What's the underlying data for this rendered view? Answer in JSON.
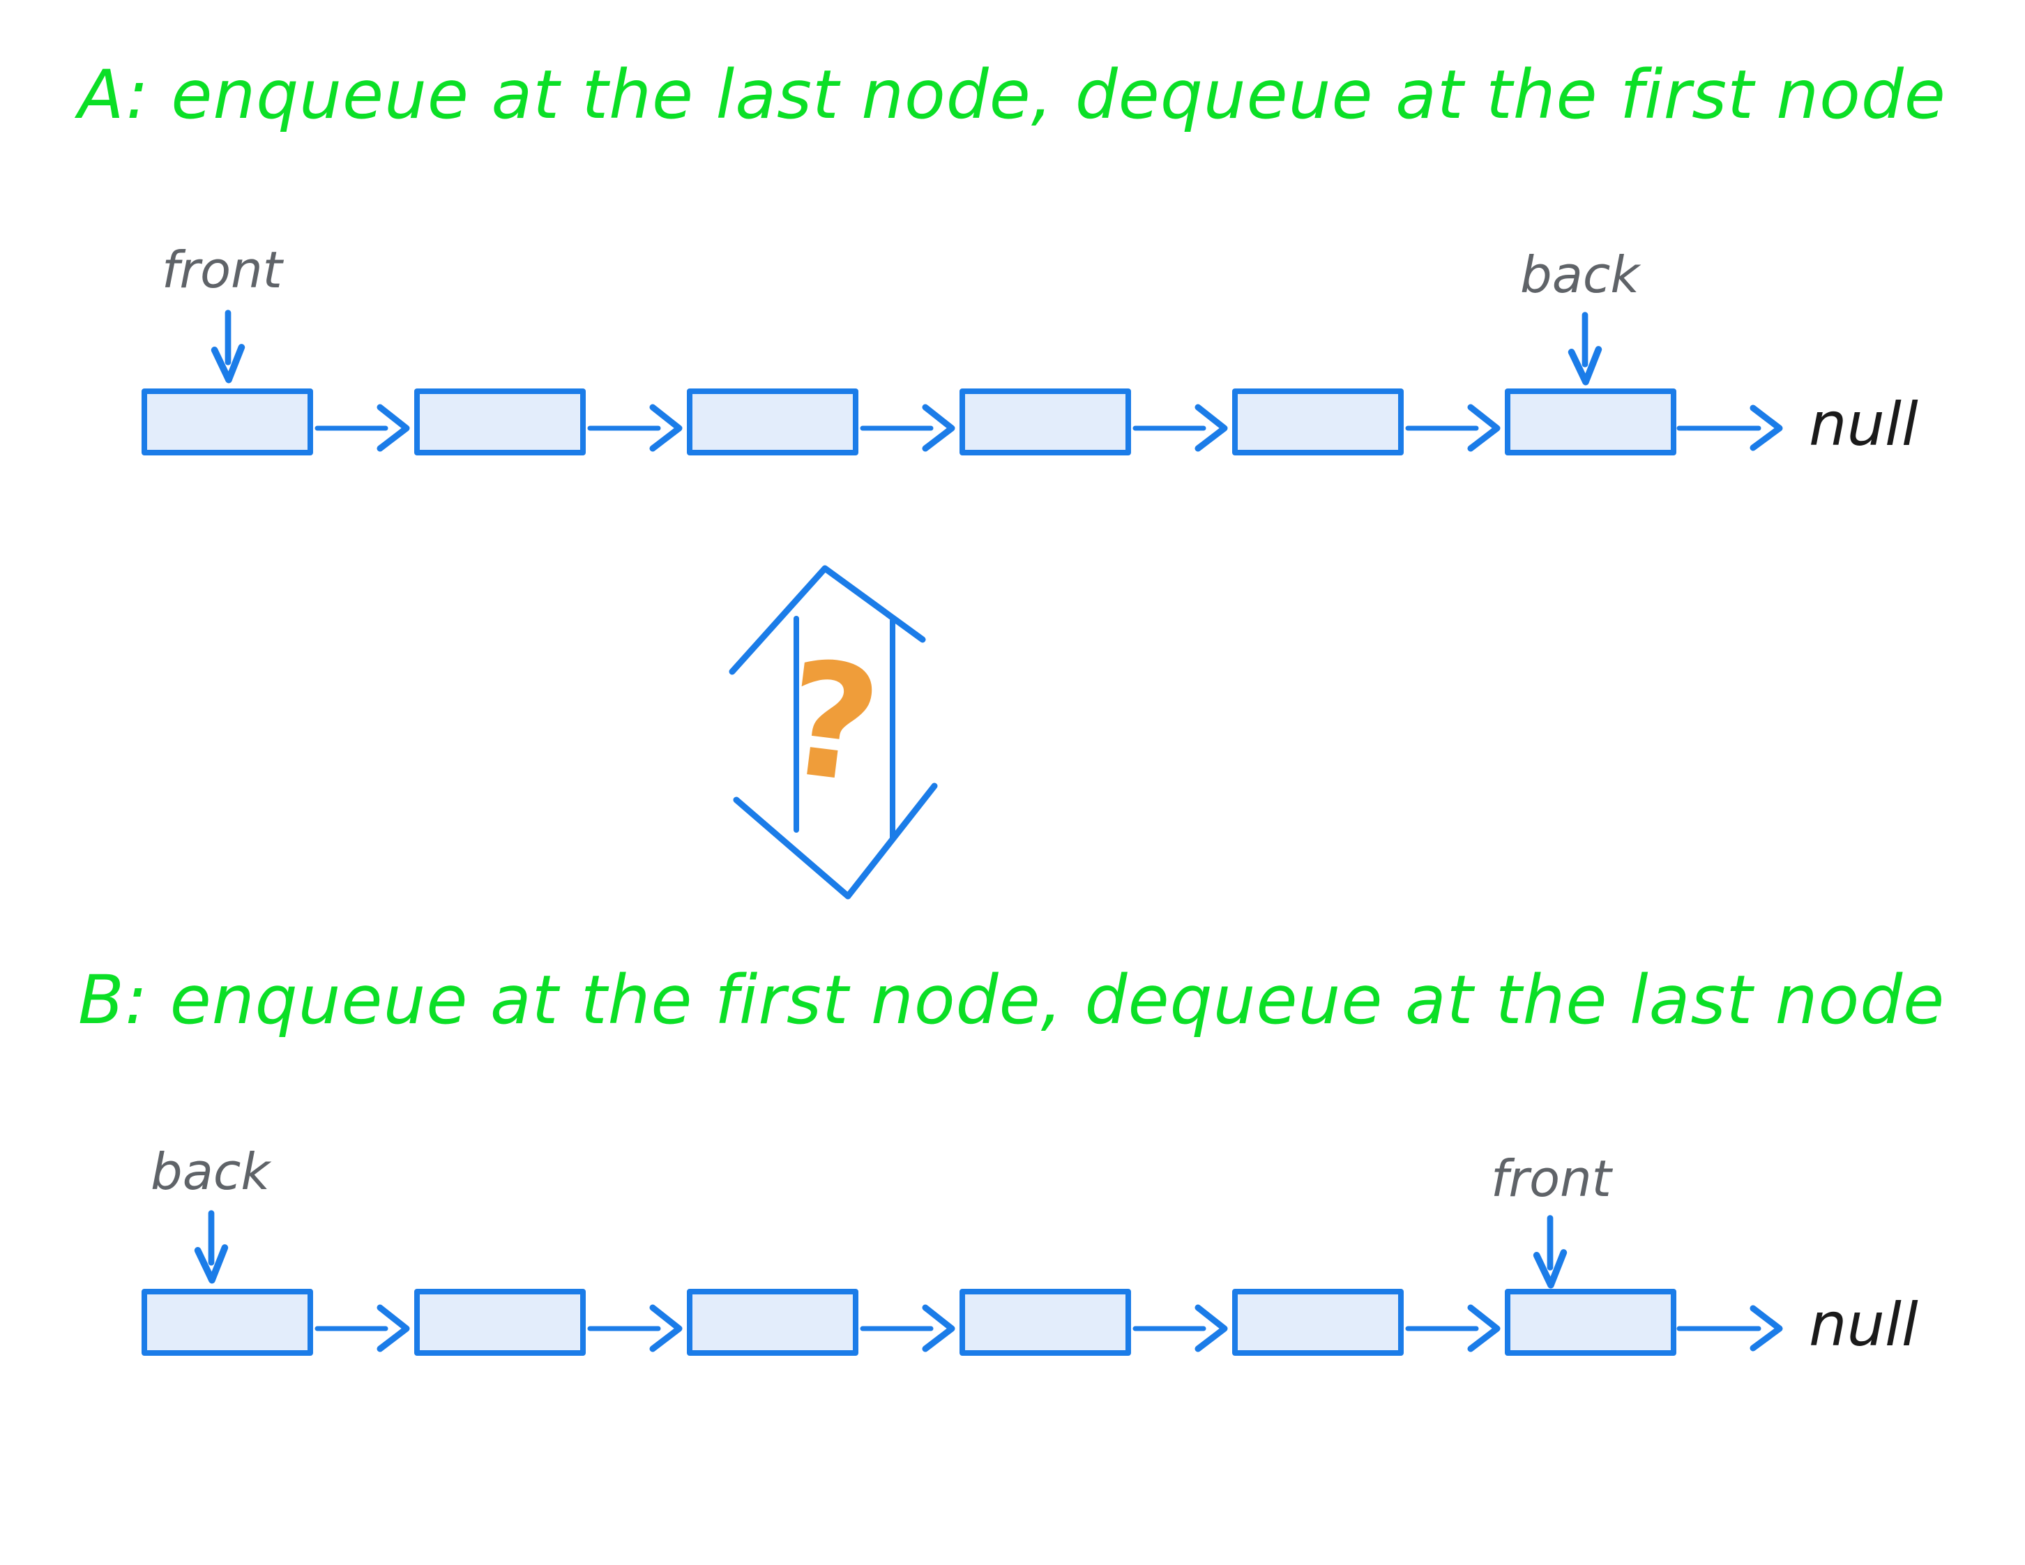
{
  "colors": {
    "title_green": "#0bdf26",
    "ink_blue": "#1b7ce8",
    "node_fill": "#e3edfb",
    "label_gray": "#5f6368",
    "ink_black": "#1a1a1a",
    "question_orange": "#ef9d3a"
  },
  "section_a": {
    "title": "A: enqueue at the last node, dequeue at the first node",
    "front_label": "front",
    "back_label": "back",
    "null_label": "null",
    "node_count": 6
  },
  "connector": {
    "question_mark": "?"
  },
  "section_b": {
    "title": "B: enqueue at the first node, dequeue at the last node",
    "back_label": "back",
    "front_label": "front",
    "null_label": "null",
    "node_count": 6
  }
}
